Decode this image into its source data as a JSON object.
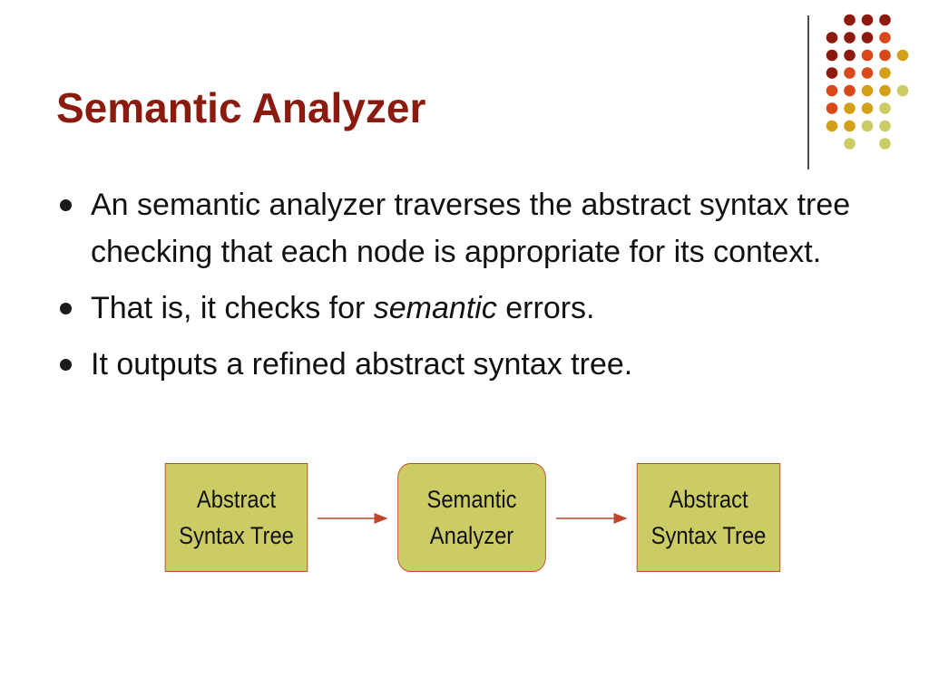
{
  "slide": {
    "title": "Semantic Analyzer",
    "bullets": [
      {
        "text": "An semantic analyzer traverses the abstract syntax tree checking that each node is appropriate for its context."
      },
      {
        "before": "That is, it checks for ",
        "emphasis": "semantic",
        "after": " errors."
      },
      {
        "text": "It outputs a refined abstract syntax tree."
      }
    ]
  },
  "diagram": {
    "boxes": [
      {
        "line1": "Abstract",
        "line2": "Syntax Tree"
      },
      {
        "line1": "Semantic",
        "line2": "Analyzer"
      },
      {
        "line1": "Abstract",
        "line2": "Syntax Tree"
      }
    ]
  },
  "colors": {
    "title": "#8b1a0f",
    "box_fill": "#cccc66",
    "box_border": "#c0462a",
    "arrow": "#c0462a",
    "dot_dark": "#8b1a0f",
    "dot_orange": "#d9481b",
    "dot_gold": "#d4a017",
    "dot_pale": "#cccc66"
  }
}
